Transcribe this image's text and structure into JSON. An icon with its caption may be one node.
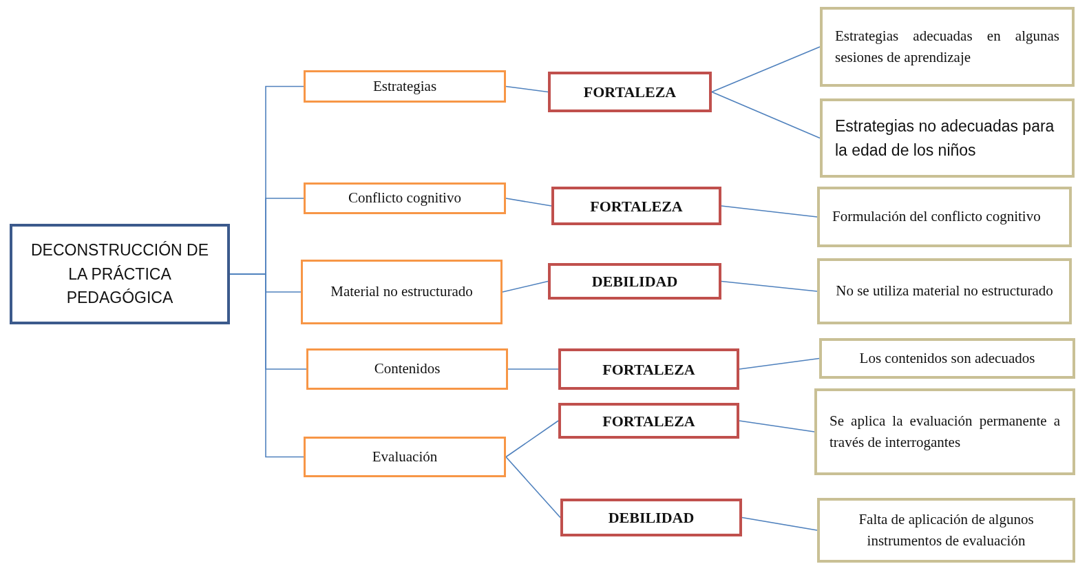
{
  "diagram": {
    "nodes": [
      {
        "text": [
          "DECONSTRUCCIÓN DE LA PRÁCTICA PEDAGÓGICA"
        ]
      },
      {
        "text": [
          "Estrategias"
        ]
      },
      {
        "text": [
          "FORTALEZA"
        ]
      },
      {
        "text": [
          "Estrategias adecuadas en algunas sesiones de aprendizaje"
        ]
      },
      {
        "text": [
          "Estrategias no adecuadas para la edad de los niños"
        ]
      },
      {
        "text": [
          "Conflicto cognitivo"
        ]
      },
      {
        "text": [
          "FORTALEZA"
        ]
      },
      {
        "text": [
          "Formulación del conflicto cognitivo"
        ]
      },
      {
        "text": [
          "Material no estructurado"
        ]
      },
      {
        "text": [
          "DEBILIDAD"
        ]
      },
      {
        "text": [
          "No se utiliza material no estructurado"
        ]
      },
      {
        "text": [
          "Contenidos"
        ]
      },
      {
        "text": [
          "FORTALEZA"
        ]
      },
      {
        "text": [
          "Los contenidos son adecuados"
        ]
      },
      {
        "text": [
          "Evaluación"
        ]
      },
      {
        "text": [
          "FORTALEZA"
        ]
      },
      {
        "text": [
          "Se aplica la evaluación permanente a través de interrogantes"
        ]
      },
      {
        "text": [
          "DEBILIDAD"
        ]
      },
      {
        "text": [
          "Falta de aplicación de algunos instrumentos de evaluación"
        ]
      }
    ],
    "edges": [
      {
        "from": 0,
        "to": 1,
        "arrow": "none"
      },
      {
        "from": 0,
        "to": 5,
        "arrow": "none"
      },
      {
        "from": 0,
        "to": 8,
        "arrow": "none"
      },
      {
        "from": 0,
        "to": 11,
        "arrow": "none"
      },
      {
        "from": 0,
        "to": 14,
        "arrow": "none"
      },
      {
        "from": 1,
        "to": 2,
        "arrow": "none"
      },
      {
        "from": 2,
        "to": 3,
        "arrow": "none"
      },
      {
        "from": 2,
        "to": 4,
        "arrow": "none"
      },
      {
        "from": 5,
        "to": 6,
        "arrow": "none"
      },
      {
        "from": 6,
        "to": 7,
        "arrow": "none"
      },
      {
        "from": 8,
        "to": 9,
        "arrow": "none"
      },
      {
        "from": 9,
        "to": 10,
        "arrow": "none"
      },
      {
        "from": 11,
        "to": 12,
        "arrow": "none"
      },
      {
        "from": 12,
        "to": 13,
        "arrow": "none"
      },
      {
        "from": 14,
        "to": 15,
        "arrow": "none"
      },
      {
        "from": 14,
        "to": 17,
        "arrow": "none"
      },
      {
        "from": 15,
        "to": 16,
        "arrow": "none"
      },
      {
        "from": 17,
        "to": 18,
        "arrow": "none"
      }
    ]
  }
}
